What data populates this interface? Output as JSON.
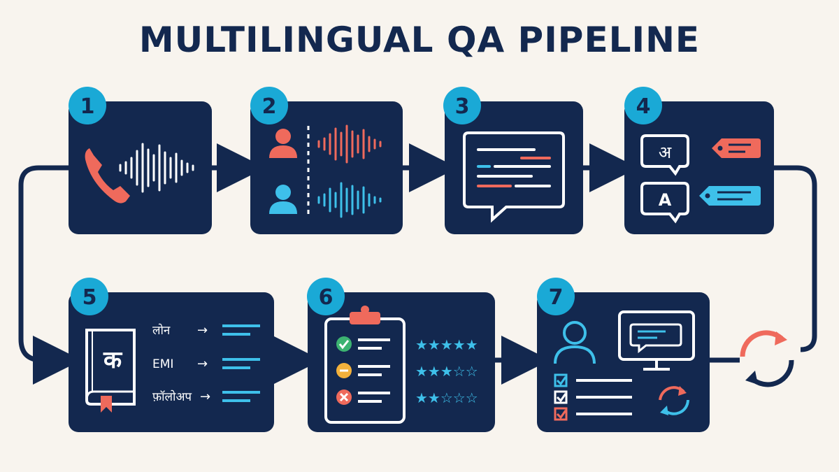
{
  "title": "MULTILINGUAL QA PIPELINE",
  "steps": [
    {
      "number": "1"
    },
    {
      "number": "2"
    },
    {
      "number": "3"
    },
    {
      "number": "4",
      "glyph_native": "अ",
      "glyph_latin": "A"
    },
    {
      "number": "5",
      "glyph": "क",
      "terms": [
        {
          "text": "लोन",
          "arrow": "→"
        },
        {
          "text": "EMI",
          "arrow": "→"
        },
        {
          "text": "फ़ॉलोअप",
          "arrow": "→"
        }
      ]
    },
    {
      "number": "6",
      "ratings": [
        {
          "filled": "★★★★★",
          "empty": ""
        },
        {
          "filled": "★★★",
          "empty": "☆☆"
        },
        {
          "filled": "★★",
          "empty": "☆☆☆"
        }
      ]
    },
    {
      "number": "7"
    }
  ],
  "colors": {
    "navy": "#13284f",
    "cyan": "#1aa9d6",
    "coral": "#ef6a5c",
    "blue": "#3ec0ea",
    "green": "#3cb371",
    "amber": "#f3b13b",
    "background": "#f8f4ee"
  },
  "icons": [
    "phone-icon",
    "waveform-icon",
    "speaker-icon",
    "chat-icon",
    "translate-icon",
    "tag-icon",
    "dictionary-icon",
    "clipboard-icon",
    "star-icon",
    "user-icon",
    "monitor-icon",
    "refresh-icon",
    "checkbox-icon",
    "cycle-icon"
  ]
}
